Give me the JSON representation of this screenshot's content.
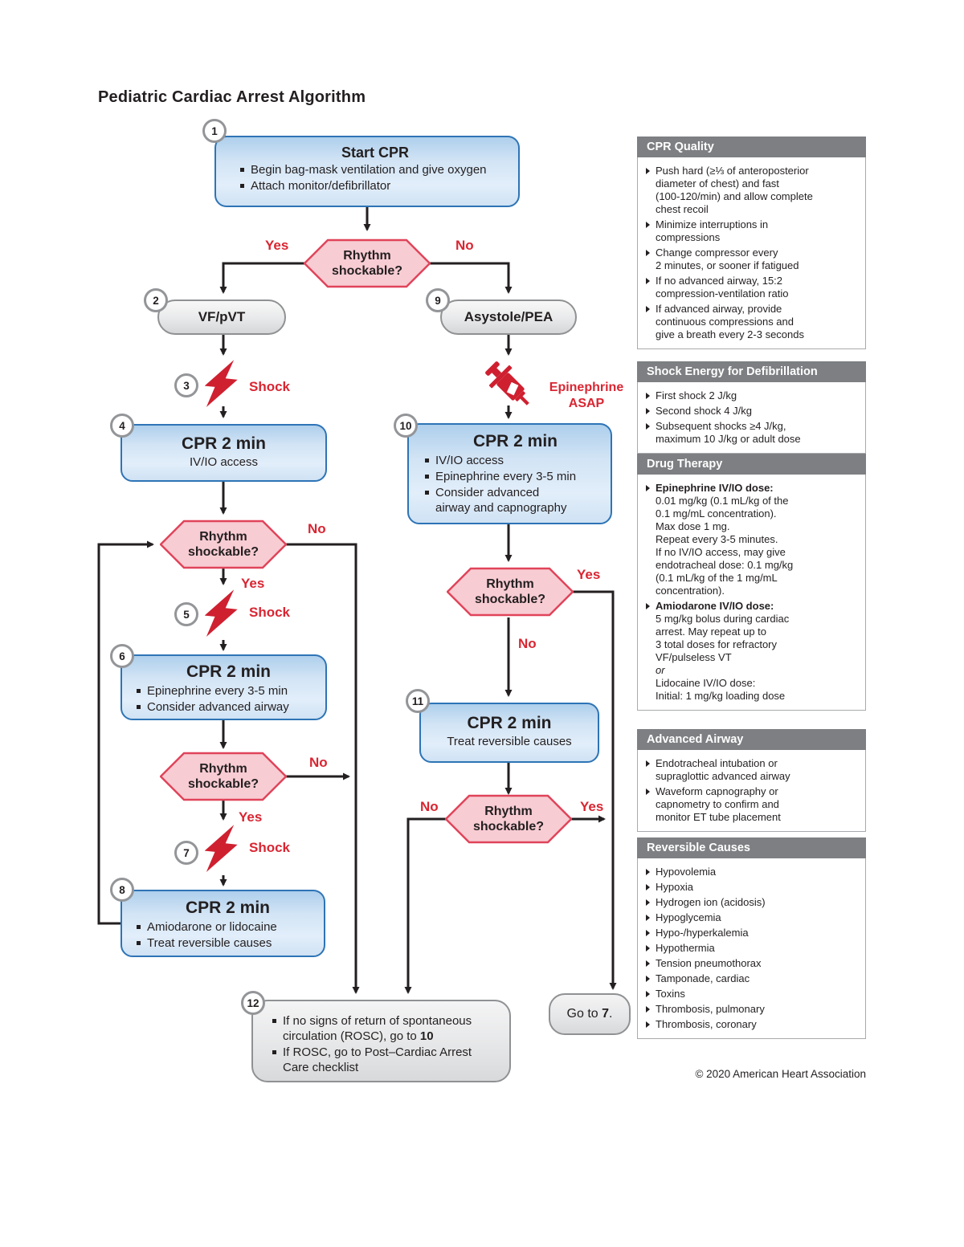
{
  "title": "Pediatric Cardiac Arrest Algorithm",
  "copyright": "© 2020 American Heart Association",
  "labels": {
    "yes": "Yes",
    "no": "No",
    "shock": "Shock",
    "epi1": "Epinephrine",
    "epi2": "ASAP"
  },
  "diamond": {
    "line1": "Rhythm",
    "line2": "shockable?"
  },
  "nodes": {
    "n1": {
      "num": "1",
      "title": "Start CPR",
      "bullets": [
        "Begin bag-mask ventilation and give oxygen",
        "Attach monitor/defibrillator"
      ]
    },
    "n2": {
      "num": "2",
      "label": "VF/pVT"
    },
    "n3": {
      "num": "3"
    },
    "n4": {
      "num": "4",
      "title": "CPR 2 min",
      "line": "IV/IO access"
    },
    "n5": {
      "num": "5"
    },
    "n6": {
      "num": "6",
      "title": "CPR 2 min",
      "bullets": [
        "Epinephrine every 3-5 min",
        "Consider advanced airway"
      ]
    },
    "n7": {
      "num": "7"
    },
    "n8": {
      "num": "8",
      "title": "CPR 2 min",
      "bullets": [
        "Amiodarone or lidocaine",
        "Treat reversible causes"
      ]
    },
    "n9": {
      "num": "9",
      "label": "Asystole/PEA"
    },
    "n10": {
      "num": "10",
      "title": "CPR 2 min",
      "bullets": [
        "IV/IO access",
        "Epinephrine every 3-5 min",
        "Consider advanced\nairway and capnography"
      ]
    },
    "n11": {
      "num": "11",
      "title": "CPR 2 min",
      "line": "Treat reversible causes"
    },
    "n12": {
      "num": "12",
      "b1_pre": "If no signs of return of spontaneous\ncirculation (ROSC), go to ",
      "b1_bold": "10",
      "b2": "If ROSC, go to Post–Cardiac Arrest\nCare checklist"
    },
    "goto7": {
      "pre": "Go to ",
      "bold": "7",
      "post": "."
    }
  },
  "sidebar": {
    "cpr_quality": {
      "title": "CPR Quality",
      "items": [
        "Push hard (≥⅓ of anteroposterior\ndiameter of chest) and fast\n(100-120/min) and allow complete\nchest recoil",
        "Minimize interruptions in\ncompressions",
        "Change compressor every\n2 minutes, or sooner if fatigued",
        "If no advanced airway, 15:2\ncompression-ventilation ratio",
        "If advanced airway, provide\ncontinuous compressions and\ngive a breath every 2-3 seconds"
      ]
    },
    "shock_energy": {
      "title": "Shock Energy for Defibrillation",
      "items": [
        "First shock 2 J/kg",
        "Second shock 4 J/kg",
        "Subsequent shocks ≥4 J/kg,\nmaximum 10 J/kg or adult dose"
      ]
    },
    "drug_therapy": {
      "title": "Drug Therapy",
      "epi_bold": "Epinephrine IV/IO dose:",
      "epi_text": "0.01 mg/kg (0.1 mL/kg of the\n0.1 mg/mL concentration).\nMax dose 1 mg.\nRepeat every 3-5 minutes.\nIf no IV/IO access, may give\nendotracheal dose: 0.1 mg/kg\n(0.1 mL/kg of the 1 mg/mL\nconcentration).",
      "amio_bold": "Amiodarone IV/IO dose:",
      "amio_text": "5 mg/kg bolus during cardiac\narrest. May repeat up to\n3 total doses for refractory\nVF/pulseless VT",
      "or_word": "or",
      "lido_text": "Lidocaine IV/IO dose:\nInitial: 1 mg/kg loading dose"
    },
    "advanced_airway": {
      "title": "Advanced Airway",
      "items": [
        "Endotracheal intubation or\nsupraglottic advanced airway",
        "Waveform capnography or\ncapnometry to confirm and\nmonitor ET tube placement"
      ]
    },
    "reversible_causes": {
      "title": "Reversible Causes",
      "items": [
        "Hypovolemia",
        "Hypoxia",
        "Hydrogen ion (acidosis)",
        "Hypoglycemia",
        "Hypo-/hyperkalemia",
        "Hypothermia",
        "Tension pneumothorax",
        "Tamponade, cardiac",
        "Toxins",
        "Thrombosis, pulmonary",
        "Thrombosis, coronary"
      ]
    }
  },
  "colors": {
    "red": "#d92632",
    "blue_border": "#2e74b6",
    "pink_border": "#e0445a",
    "header_gray": "#7d7f82"
  }
}
